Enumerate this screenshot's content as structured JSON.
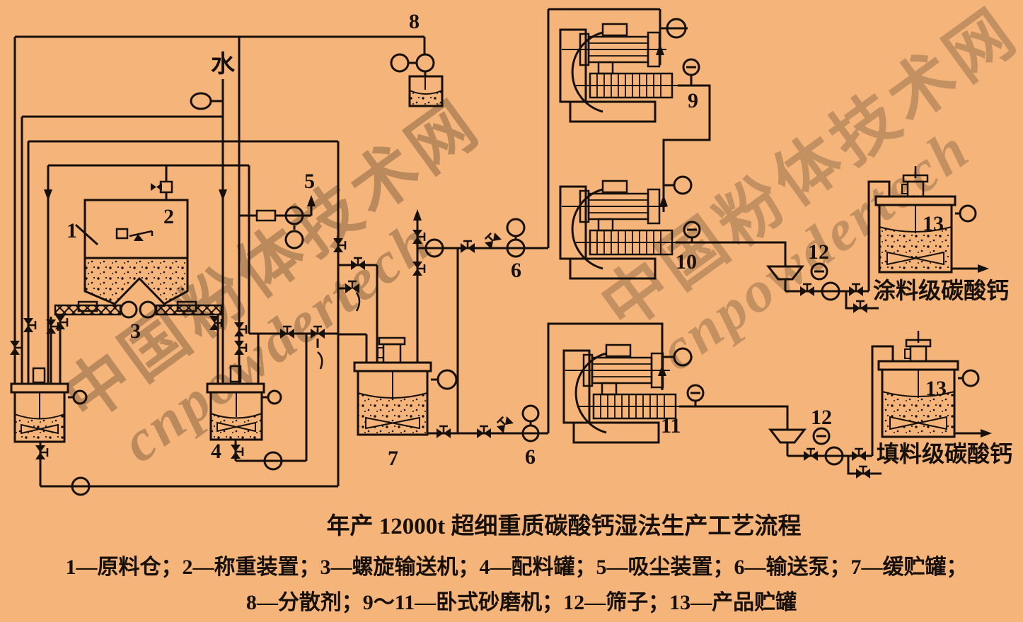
{
  "colors": {
    "background": "#f5b57a",
    "ink": "#17100a",
    "watermark": "#8a5a28"
  },
  "labels": {
    "water": "水",
    "n1": "1",
    "n2": "2",
    "n3": "3",
    "n4": "4",
    "n5": "5",
    "n6_upper": "6",
    "n6_lower": "6",
    "n7": "7",
    "n8": "8",
    "n9": "9",
    "n10": "10",
    "n11": "11",
    "n12_upper": "12",
    "n12_lower": "12",
    "n13_upper": "13",
    "n13_lower": "13"
  },
  "outputs": {
    "coating": "涂料级碳酸钙",
    "filler": "填料级碳酸钙"
  },
  "caption": {
    "title": "年产 12000t 超细重质碳酸钙湿法生产工艺流程",
    "legend_line1": "1—原料仓；2—称重装置；3—螺旋输送机；4—配料罐；5—吸尘装置；6—输送泵；7—缓贮罐；",
    "legend_line2": "8—分散剂；9～11—卧式砂磨机；12—筛子；13—产品贮罐"
  },
  "watermark": {
    "cn": "中国粉体技术网",
    "en": "cnpowdertech"
  }
}
